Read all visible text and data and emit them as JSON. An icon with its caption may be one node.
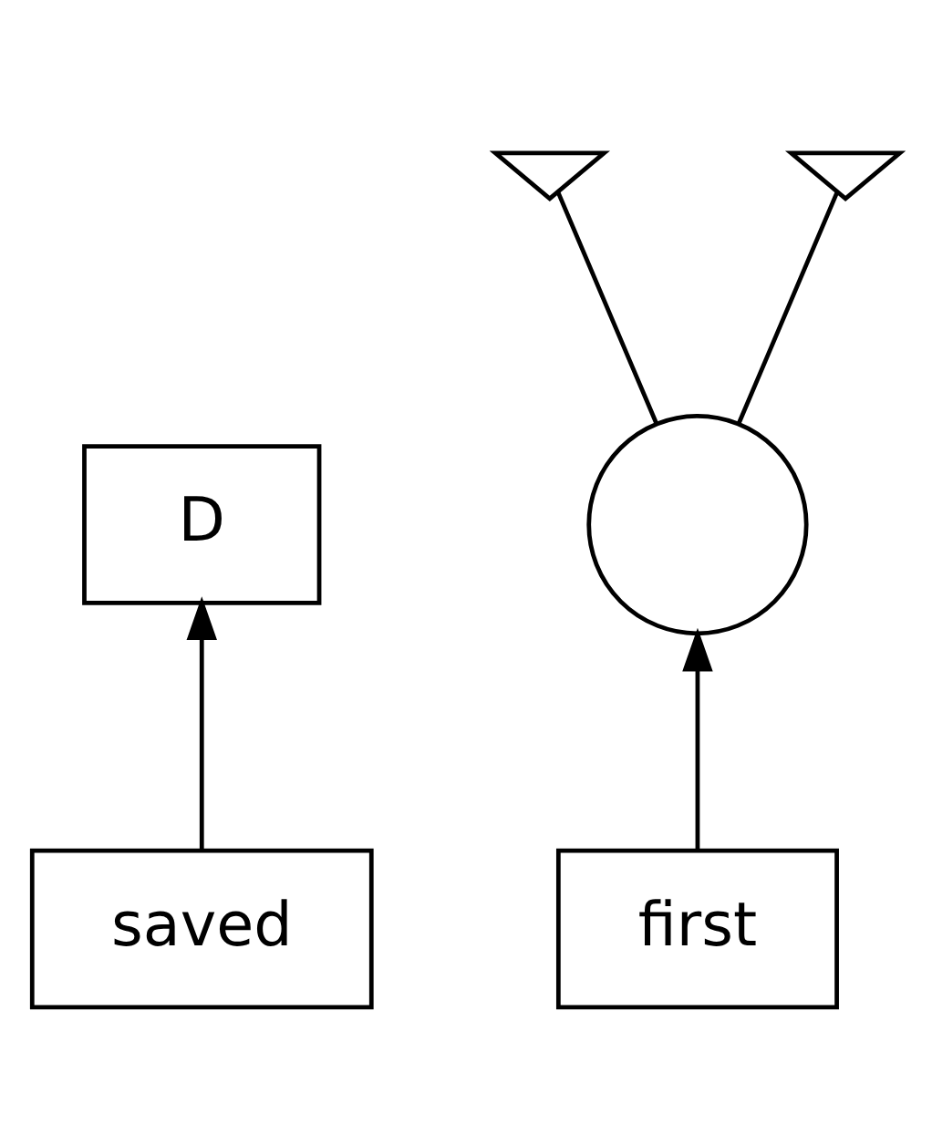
{
  "diagram": {
    "nodes": [
      {
        "text": [
          "D"
        ]
      },
      {
        "text": [],
        "shape": "circle"
      },
      {
        "text": [],
        "shape": "ground"
      },
      {
        "text": [],
        "shape": "ground"
      },
      {
        "text": [
          "saved"
        ]
      },
      {
        "text": [
          "first"
        ]
      }
    ],
    "edges": [
      {
        "from": 4,
        "to": 0,
        "arrow": "to"
      },
      {
        "from": 5,
        "to": 1,
        "arrow": "to"
      },
      {
        "from": 1,
        "to": 2,
        "arrow": "none"
      },
      {
        "from": 1,
        "to": 3,
        "arrow": "none"
      }
    ]
  }
}
